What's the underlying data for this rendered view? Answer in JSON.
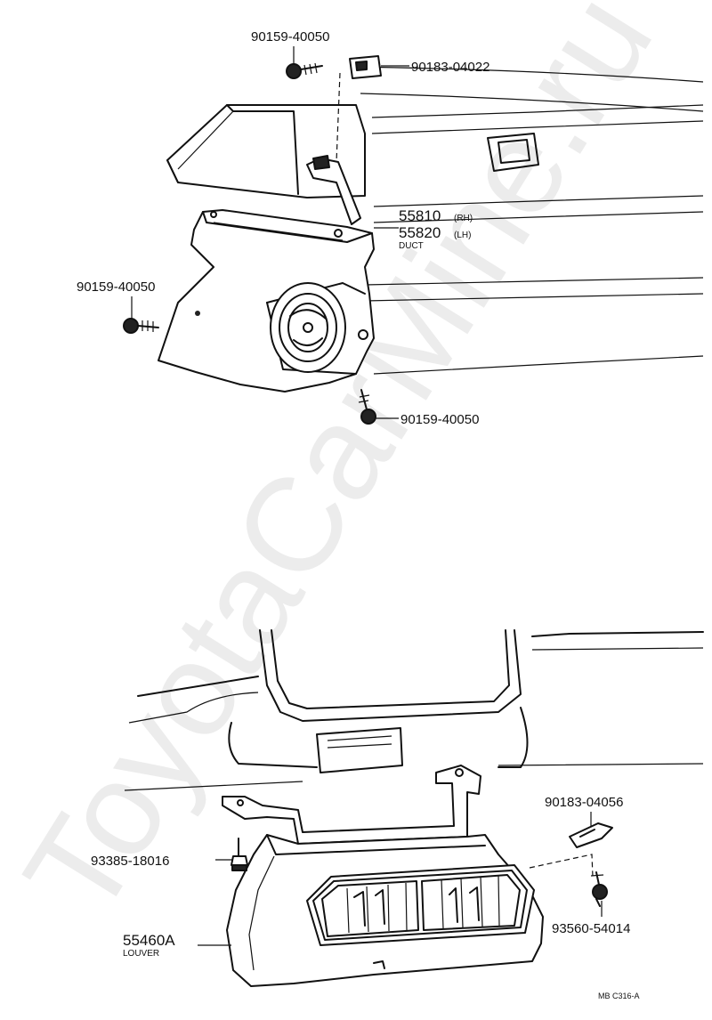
{
  "watermark": "ToyotaCarMine.ru",
  "top_section": {
    "screw_top": "90159-40050",
    "clip_top": "90183-04022",
    "duct_rh_number": "55810",
    "duct_rh_suffix": "(RH)",
    "duct_lh_number": "55820",
    "duct_lh_suffix": "(LH)",
    "duct_name": "DUCT",
    "screw_left": "90159-40050",
    "screw_bottom": "90159-40050"
  },
  "bottom_section": {
    "clip_right": "90183-04056",
    "bolt_left": "93385-18016",
    "screw_right": "93560-54014",
    "louver_number": "55460A",
    "louver_name": "LOUVER"
  },
  "figure_code": "MB C316-A"
}
